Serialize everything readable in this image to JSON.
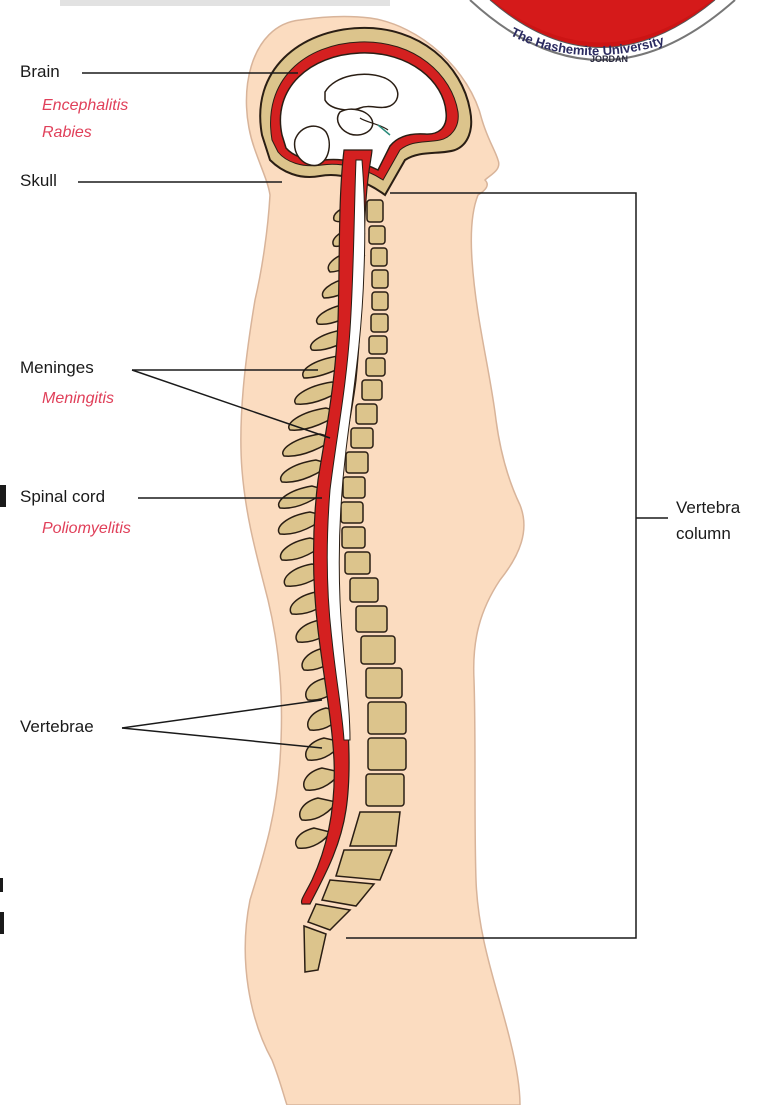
{
  "diagram": {
    "labels": {
      "brain": "Brain",
      "skull": "Skull",
      "meninges": "Meninges",
      "spinal_cord": "Spinal cord",
      "vertebrae": "Vertebrae",
      "vertebral_column_line1": "Vertebra",
      "vertebral_column_line2": "column"
    },
    "diseases": {
      "brain_1": "Encephalitis",
      "brain_2": "Rabies",
      "meninges": "Meningitis",
      "spinal_cord": "Poliomyelitis"
    },
    "logo": {
      "text_arc": "The Hashemite University",
      "country": "JORDAN"
    }
  },
  "colors": {
    "skin": "#fbdcc0",
    "bone": "#dcc48c",
    "cord_red": "#d42020",
    "disease_text": "#e0405a",
    "outline": "#2a1e14"
  }
}
